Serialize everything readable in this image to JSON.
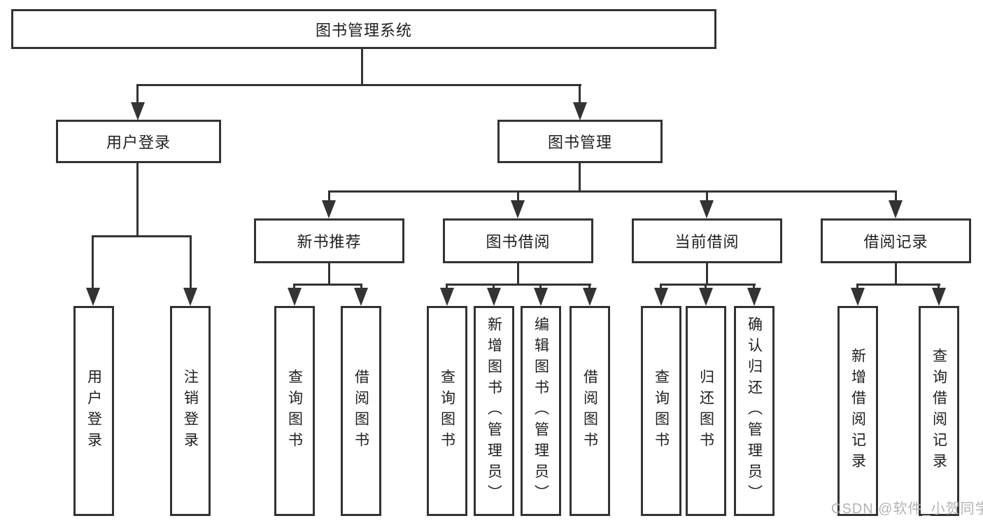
{
  "root_label": "图书管理系统",
  "branches": {
    "user_login": {
      "label": "用户登录",
      "leaves": [
        "用户登录",
        "注销登录"
      ]
    },
    "book_management": {
      "label": "图书管理",
      "children": {
        "new_book_recommend": {
          "label": "新书推荐",
          "leaves": [
            "查询图书",
            "借阅图书"
          ]
        },
        "book_borrow": {
          "label": "图书借阅",
          "leaves": [
            "查询图书",
            "新增图书（管理员）",
            "编辑图书（管理员）",
            "借阅图书"
          ]
        },
        "current_borrow": {
          "label": "当前借阅",
          "leaves": [
            "查询图书",
            "归还图书",
            "确认归还（管理员）"
          ]
        },
        "borrow_records": {
          "label": "借阅记录",
          "leaves": [
            "新增借阅记录",
            "查询借阅记录"
          ]
        }
      }
    }
  },
  "watermark": "CSDN @软件_小贺同学",
  "colors": {
    "line": "#333333",
    "text": "#1f1f1f",
    "box_bg": "#ffffff",
    "page_bg": "#ffffff",
    "watermark": "#b3b3b3"
  }
}
